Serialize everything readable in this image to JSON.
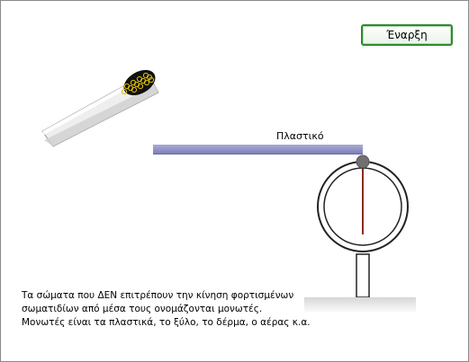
{
  "buttons": {
    "start_label": "Έναρξη"
  },
  "rod": {
    "material_label": "Πλαστικό"
  },
  "info": {
    "lines": [
      "Τα σώματα που ΔΕΝ επιτρέπουν την κίνηση φορτισμένων",
      "σωματιδίων από μέσα τους ονομάζονται μονωτές.",
      "Μονωτές είναι τα πλαστικά, το ξύλο, το δέρμα, ο αέρας κ.α."
    ]
  },
  "colors": {
    "button_border": "#2e8b2e",
    "rod": "#8b8ec4",
    "needle": "#8b2e0e",
    "electroscope_knob": "#707070",
    "charges": "#e0c000"
  },
  "icons": {
    "charged_rod": "charged-stick-icon",
    "electroscope": "electroscope-icon"
  }
}
